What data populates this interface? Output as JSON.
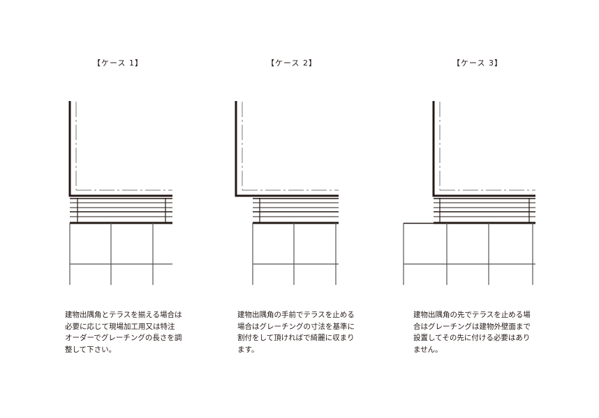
{
  "cases": [
    {
      "title": "【ケース 1】",
      "description": [
        "建物出隅角とテラスを揃える場合は",
        "必要に応じて現場加工用又は特注",
        "オーダーでグレーチングの長さを調",
        "整して下さい。"
      ]
    },
    {
      "title": "【ケース 2】",
      "description": [
        "建物出隅角の手前でテラスを止める",
        "場合はグレーチングの寸法を基準に",
        "割付をして頂ければで綺麗に収まり",
        "ます。"
      ]
    },
    {
      "title": "【ケース 3】",
      "description": [
        "建物出隅角の先でテラスを止める場",
        "合はグレーチングは建物外壁面まで",
        "設置してその先に付ける必要はあり",
        "ません。"
      ]
    }
  ],
  "colors": {
    "line": "#231815",
    "thin": "#555555",
    "dash": "#777777"
  }
}
